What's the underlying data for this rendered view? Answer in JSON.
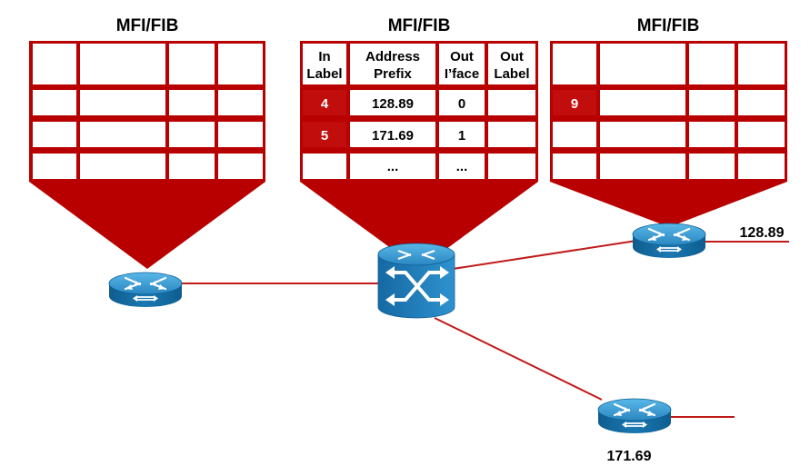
{
  "tables": {
    "left": {
      "title": "MFI/FIB"
    },
    "center": {
      "title": "MFI/FIB",
      "headers": [
        {
          "line1": "In",
          "line2": "Label"
        },
        {
          "line1": "Address",
          "line2": "Prefix"
        },
        {
          "line1": "Out",
          "line2": "I’face"
        },
        {
          "line1": "Out",
          "line2": "Label"
        }
      ],
      "rows": [
        {
          "in_label": "4",
          "prefix": "128.89",
          "iface": "0",
          "out_label": ""
        },
        {
          "in_label": "5",
          "prefix": "171.69",
          "iface": "1",
          "out_label": ""
        },
        {
          "in_label": "",
          "prefix": "...",
          "iface": "...",
          "out_label": ""
        }
      ]
    },
    "right": {
      "title": "MFI/FIB",
      "rows": [
        {
          "in_label": "9"
        }
      ]
    }
  },
  "network": {
    "right_prefix_label": "128.89",
    "bottom_prefix_label": "171.69"
  },
  "icons": {
    "left_node": "router-icon",
    "center_node": "atm-switch-icon",
    "right_node": "router-icon",
    "bottom_node": "router-icon"
  },
  "colors": {
    "table_red": "#b80000",
    "cell_red": "#c20d0d",
    "link_red": "#c01a1a",
    "router_blue": "#2d8fc8",
    "router_dark": "#0d5f93"
  }
}
